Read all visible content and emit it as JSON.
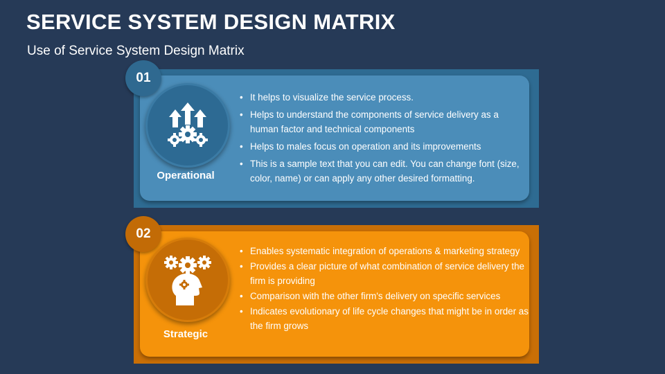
{
  "slide": {
    "title": "SERVICE SYSTEM DESIGN MATRIX",
    "subtitle": "Use of Service System Design Matrix"
  },
  "sections": [
    {
      "number": "01",
      "label": "Operational",
      "icon": "arrows-gears-icon",
      "color": "#4b8db9",
      "bullets": [
        "It helps to visualize the service process.",
        "Helps to understand the components of service delivery as a human factor and technical components",
        "Helps to males focus on operation and its improvements",
        "This is a sample text that you can edit. You can change font (size, color, name) or can apply any other desired formatting."
      ]
    },
    {
      "number": "02",
      "label": "Strategic",
      "icon": "head-gears-icon",
      "color": "#f5930b",
      "bullets": [
        "Enables systematic integration of operations & marketing strategy",
        "Provides a clear picture of what combination of service delivery the firm is providing",
        "Comparison with the other firm's delivery on specific services",
        "Indicates evolutionary of life cycle changes that might be in order as the firm grows"
      ]
    }
  ]
}
